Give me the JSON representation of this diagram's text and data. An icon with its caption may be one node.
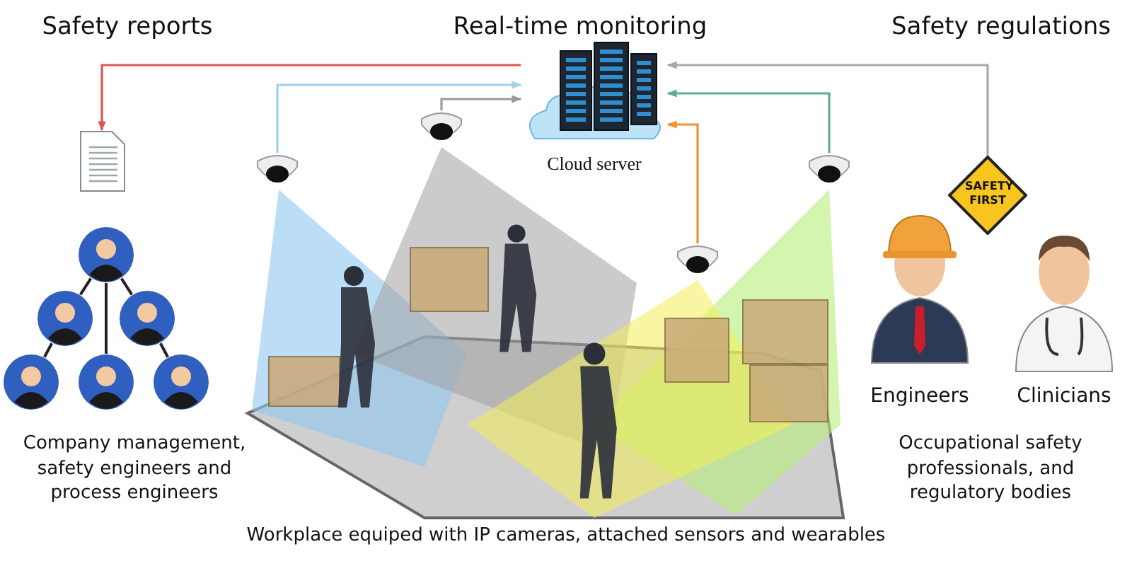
{
  "diagram": {
    "nodes": [
      {
        "text": [
          "Cloud server"
        ]
      },
      {
        "text": [],
        "shape": "picture"
      },
      {
        "text": [],
        "shape": "picture"
      },
      {
        "text": [],
        "shape": "picture"
      },
      {
        "text": [],
        "shape": "picture"
      },
      {
        "text": [],
        "shape": "picture"
      },
      {
        "text": [
          "SAFETY FIRST"
        ]
      },
      {
        "text": [],
        "shape": "person"
      },
      {
        "text": [],
        "shape": "person"
      },
      {
        "text": [],
        "shape": "person"
      },
      {
        "text": [],
        "shape": "person"
      },
      {
        "text": [],
        "shape": "person"
      },
      {
        "text": [],
        "shape": "person"
      },
      {
        "text": [
          "Engineers"
        ]
      },
      {
        "text": [
          "Clinicians"
        ]
      }
    ],
    "edges": [
      {
        "from": 1,
        "to": 0,
        "arrow": "to",
        "color": "#9fcfea"
      },
      {
        "from": 2,
        "to": 0,
        "arrow": "to",
        "color": "#9a9a9a"
      },
      {
        "from": 3,
        "to": 0,
        "arrow": "to",
        "color": "#ef9233"
      },
      {
        "from": 4,
        "to": 0,
        "arrow": "to",
        "color": "#5cae8a"
      },
      {
        "from": 0,
        "to": 5,
        "arrow": "to",
        "color": "#e05555"
      },
      {
        "from": 6,
        "to": 0,
        "arrow": "to",
        "color": "#a8a8a8"
      },
      {
        "from": 7,
        "to": 8,
        "arrow": "none"
      },
      {
        "from": 7,
        "to": 11,
        "arrow": "none"
      },
      {
        "from": 7,
        "to": 9,
        "arrow": "none"
      },
      {
        "from": 8,
        "to": 10,
        "arrow": "none"
      },
      {
        "from": 9,
        "to": 12,
        "arrow": "none"
      }
    ],
    "labels": [
      "Safety reports",
      "Real-time monitoring",
      "Safety regulations",
      "Company management, safety engineers and process engineers",
      "Occupational safety professionals, and regulatory bodies",
      "Workplace equiped with IP cameras, attached sensors and wearables"
    ]
  }
}
